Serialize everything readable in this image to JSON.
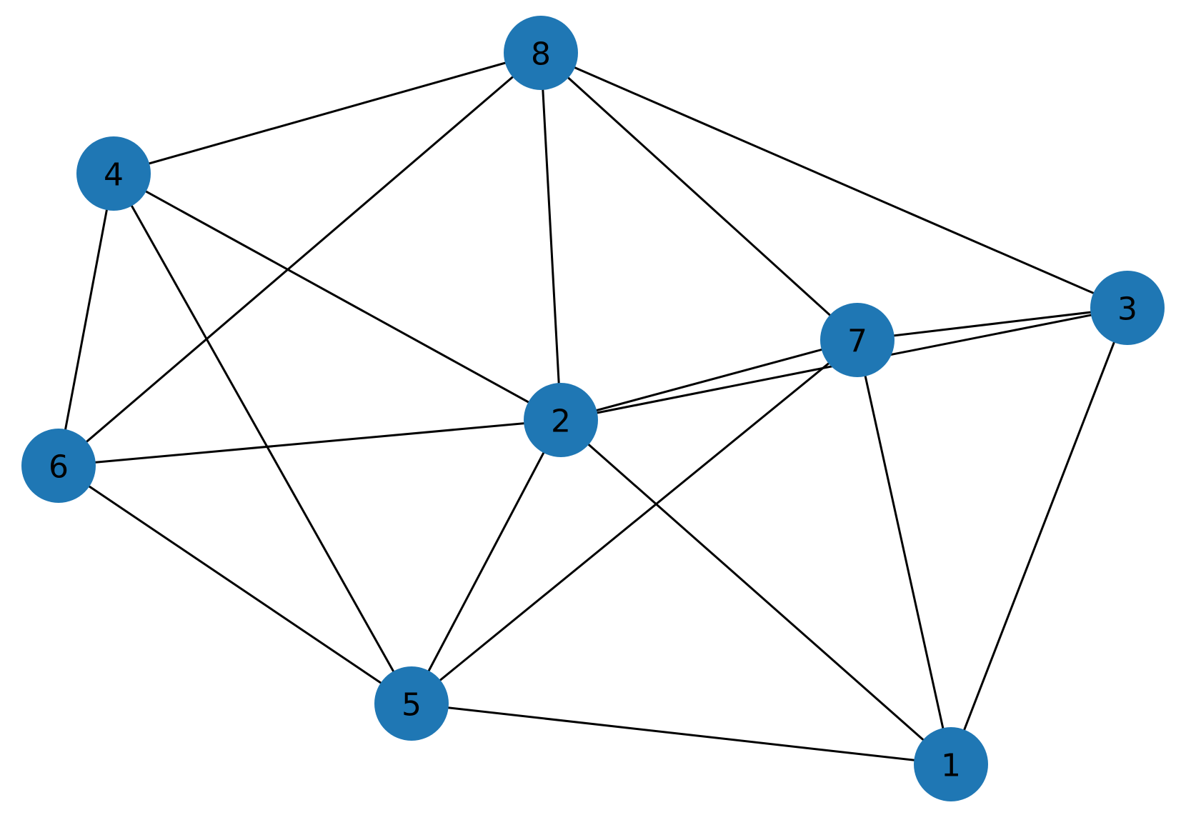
{
  "graph": {
    "type": "undirected-graph",
    "node_color": "#1f77b4",
    "edge_color": "#000000",
    "label_color": "#000000",
    "nodes": [
      {
        "id": "1",
        "label": "1"
      },
      {
        "id": "2",
        "label": "2"
      },
      {
        "id": "3",
        "label": "3"
      },
      {
        "id": "4",
        "label": "4"
      },
      {
        "id": "5",
        "label": "5"
      },
      {
        "id": "6",
        "label": "6"
      },
      {
        "id": "7",
        "label": "7"
      },
      {
        "id": "8",
        "label": "8"
      }
    ],
    "edges": [
      [
        "8",
        "4"
      ],
      [
        "8",
        "6"
      ],
      [
        "8",
        "2"
      ],
      [
        "8",
        "7"
      ],
      [
        "8",
        "3"
      ],
      [
        "4",
        "6"
      ],
      [
        "4",
        "2"
      ],
      [
        "4",
        "5"
      ],
      [
        "6",
        "2"
      ],
      [
        "6",
        "5"
      ],
      [
        "2",
        "7"
      ],
      [
        "2",
        "3"
      ],
      [
        "2",
        "5"
      ],
      [
        "2",
        "1"
      ],
      [
        "7",
        "3"
      ],
      [
        "7",
        "5"
      ],
      [
        "7",
        "1"
      ],
      [
        "3",
        "1"
      ],
      [
        "5",
        "1"
      ]
    ]
  }
}
